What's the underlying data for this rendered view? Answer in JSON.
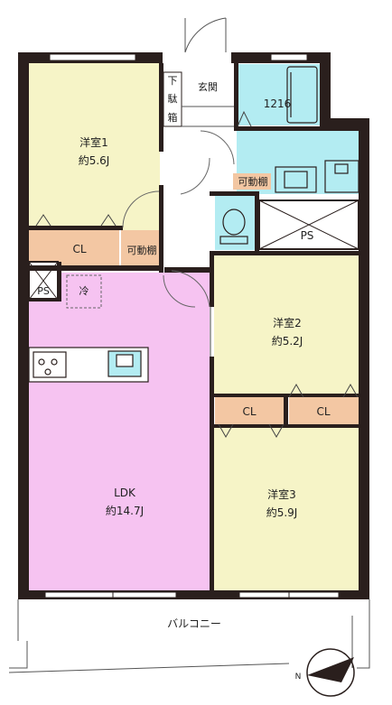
{
  "rooms": {
    "western1": {
      "name": "洋室1",
      "size": "約5.6J"
    },
    "western2": {
      "name": "洋室2",
      "size": "約5.2J"
    },
    "western3": {
      "name": "洋室3",
      "size": "約5.9J"
    },
    "ldk": {
      "name": "LDK",
      "size": "約14.7J"
    },
    "bath": {
      "name": "1216"
    }
  },
  "labels": {
    "entrance": "玄関",
    "shoe1": "下",
    "shoe2": "駄",
    "shoe3": "箱",
    "closet1": "CL",
    "closet2a": "CL",
    "closet2b": "CL",
    "shelf1": "可動棚",
    "shelf2": "可動棚",
    "ps1": "PS",
    "ps2": "PS",
    "fridge": "冷",
    "balcony": "バルコニー",
    "north": "N"
  },
  "colors": {
    "wall": "#2a1f1d",
    "western": "#f6f4c7",
    "ldk": "#f6c3f1",
    "wet": "#b3ecf2",
    "closet": "#f3c7a3",
    "hall": "#ffffff"
  }
}
